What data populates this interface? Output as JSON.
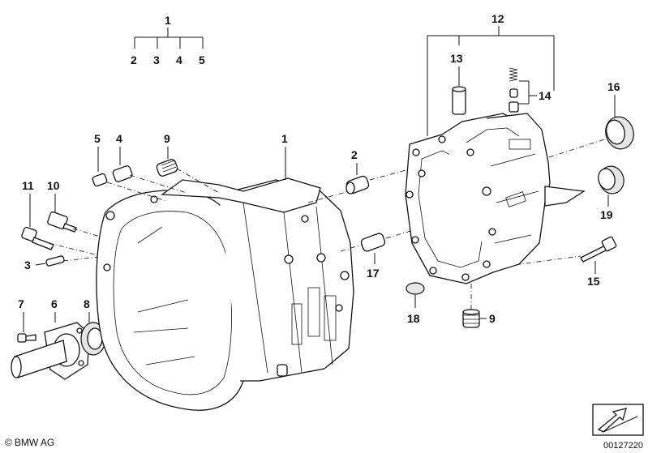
{
  "callouts": {
    "c1_top": "1",
    "c2_top": "2",
    "c3_top": "3",
    "c4_top": "4",
    "c5_top": "5",
    "c12": "12",
    "c13": "13",
    "c14": "14",
    "c16": "16",
    "c19": "19",
    "c15": "15",
    "c9_upper": "9",
    "c4_left": "4",
    "c5_left": "5",
    "c1_housing": "1",
    "c2_sleeve": "2",
    "c11": "11",
    "c10": "10",
    "c3_left": "3",
    "c17": "17",
    "c7": "7",
    "c6": "6",
    "c8": "8",
    "c18": "18",
    "c9_lower": "9"
  },
  "footer": {
    "copyright_symbol": "©",
    "brand": "BMW AG",
    "diagram_number": "00127220"
  }
}
